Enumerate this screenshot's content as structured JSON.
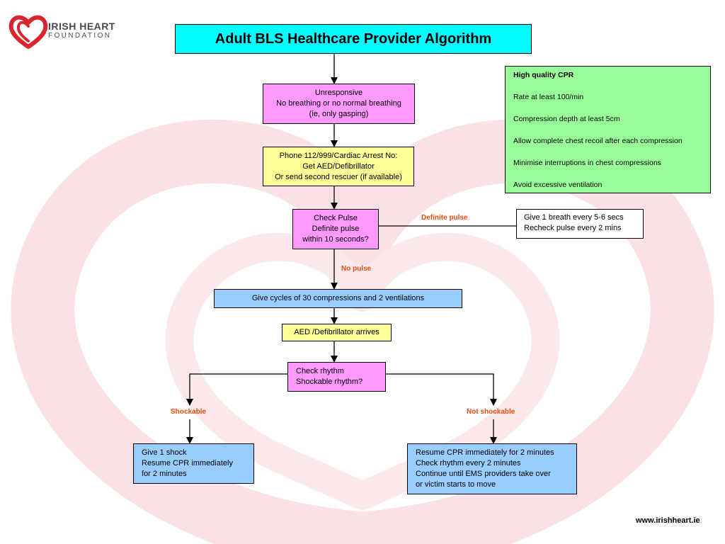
{
  "colors": {
    "title_bg": "#00ffff",
    "decision_pink": "#ff99ff",
    "action_yellow": "#ffff99",
    "action_blue": "#99ccff",
    "cpr_green": "#99ff99",
    "label_orange": "#e84b0e",
    "brand_red": "#d7262e",
    "watermark_pink": "#fbe1e3"
  },
  "logo": {
    "icon": "heart-icon",
    "line1": "IRISH HEART",
    "line2": "FOUNDATION"
  },
  "title": "Adult BLS Healthcare Provider Algorithm",
  "nodes": {
    "unresponsive": [
      "Unresponsive",
      "No breathing or no normal breathing",
      "(ie, only gasping)"
    ],
    "phone": [
      "Phone 112/999/Cardiac Arrest No:",
      "Get AED/Defibrillator",
      "Or send second rescuer (if available)"
    ],
    "check_pulse": [
      "Check Pulse",
      "Definite pulse",
      "within 10 seconds?"
    ],
    "give_breath": [
      "Give 1 breath every 5-6 secs",
      "Recheck pulse every 2 mins"
    ],
    "cycles": "Give cycles of 30 compressions and 2 ventilations",
    "aed_arrives": "AED /Defibrillator arrives",
    "check_rhythm": [
      "Check rhythm",
      "Shockable rhythm?"
    ],
    "give_shock": [
      "Give 1 shock",
      "Resume CPR immediately",
      "for 2 minutes"
    ],
    "resume_cpr": [
      "Resume CPR immediately for 2 minutes",
      "Check rhythm every 2 minutes",
      "Continue until EMS providers take over",
      "or victim starts to move"
    ]
  },
  "edge_labels": {
    "definite_pulse": "Definite pulse",
    "no_pulse": "No pulse",
    "shockable": "Shockable",
    "not_shockable": "Not shockable"
  },
  "cpr_panel": {
    "heading": "High quality CPR",
    "items": [
      "Rate at least 100/min",
      "Compression depth at least 5cm",
      "Allow complete chest recoil after each compression",
      "Minimise interruptions in chest compressions",
      "Avoid excessive ventilation"
    ]
  },
  "footer": {
    "url": "www.irishheart.ie"
  }
}
